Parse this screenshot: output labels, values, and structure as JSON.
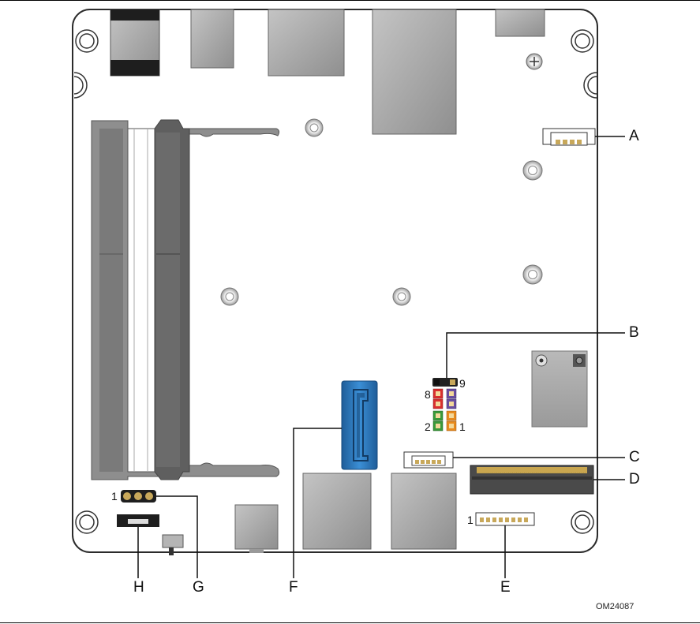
{
  "callouts": {
    "a": "A",
    "b": "B",
    "c": "C",
    "d": "D",
    "e": "E",
    "f": "F",
    "g": "G",
    "h": "H"
  },
  "pin_labels": {
    "g_pin1": "1",
    "b_pin9": "9",
    "b_pin8": "8",
    "b_pin2": "2",
    "b_pin1": "1",
    "e_pin1": "1"
  },
  "figure_id": "OM24087",
  "colors": {
    "board_outline": "#2b2b2b",
    "component_gray": "#a6a6a6",
    "sodimm_dark": "#5f5f5f",
    "sodimm_light": "#8c8c8c",
    "sata_blue": "#2f79bd",
    "pin_black": "#222222",
    "pin_purple": "#6a4fa1",
    "pin_red": "#d92f2f",
    "pin_green": "#3a9a3a",
    "pin_orange": "#e88b1e"
  }
}
